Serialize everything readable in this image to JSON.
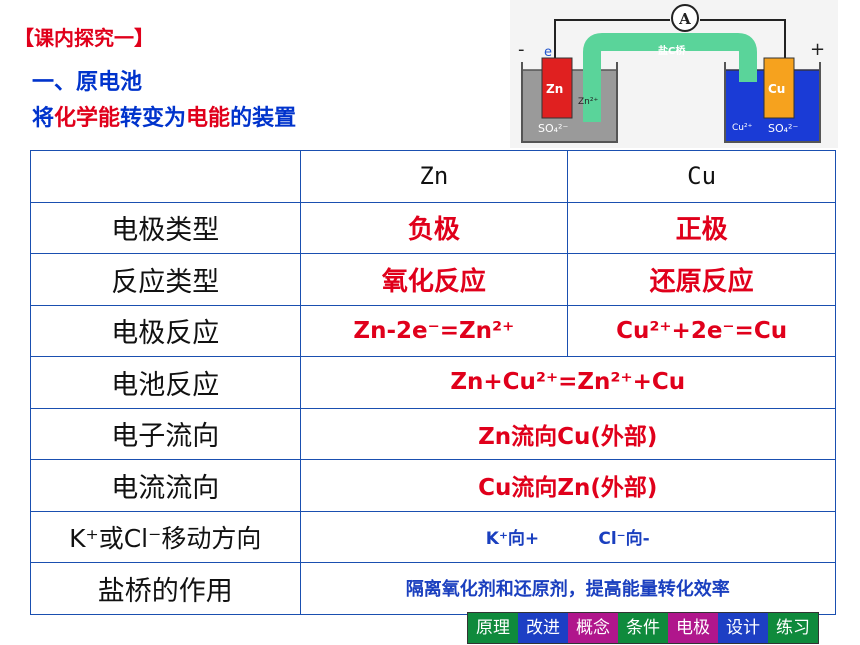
{
  "section_label": "【课内探究一】",
  "heading": "一、原电池",
  "subheading": [
    {
      "text": "将",
      "color": "blue"
    },
    {
      "text": "化学能",
      "color": "red"
    },
    {
      "text": "转变为",
      "color": "blue"
    },
    {
      "text": "电能",
      "color": "red"
    },
    {
      "text": "的装置",
      "color": "blue"
    }
  ],
  "diagram": {
    "ammeter": "A",
    "minus": "-",
    "plus": "+",
    "electron": "e",
    "salt_bridge": "盐C桥",
    "zn": "Zn",
    "zn_ion": "Zn²⁺",
    "cu": "Cu",
    "cu_ion": "Cu²⁺",
    "so4_left": "SO₄²⁻",
    "so4_right": "SO₄²⁻"
  },
  "table": {
    "header": [
      "",
      "Zn",
      "Cu"
    ],
    "rows": {
      "electrode_type": {
        "label": "电极类型",
        "zn": "负极",
        "cu": "正极"
      },
      "reaction_type": {
        "label": "反应类型",
        "zn": "氧化反应",
        "cu": "还原反应"
      },
      "electrode_reaction": {
        "label": "电极反应",
        "zn": "Zn-2e⁻=Zn²⁺",
        "cu": "Cu²⁺+2e⁻=Cu"
      },
      "cell_reaction": {
        "label": "电池反应",
        "value": "Zn+Cu²⁺=Zn²⁺+Cu"
      },
      "electron_flow": {
        "label": "电子流向",
        "value": "Zn流向Cu(外部)"
      },
      "current_flow": {
        "label": "电流流向",
        "value": "Cu流向Zn(外部)"
      },
      "ion_move": {
        "label": "K⁺或Cl⁻移动方向",
        "value": "K⁺向+          Cl⁻向-"
      },
      "salt_bridge": {
        "label": "盐桥的作用",
        "value": "隔离氧化剂和还原剂，提高能量转化效率"
      }
    }
  },
  "nav": [
    {
      "label": "原理",
      "color": "#0f8a3c"
    },
    {
      "label": "改进",
      "color": "#1d3fc4"
    },
    {
      "label": "概念",
      "color": "#b0168c"
    },
    {
      "label": "条件",
      "color": "#0f8a3c"
    },
    {
      "label": "电极",
      "color": "#b0168c"
    },
    {
      "label": "设计",
      "color": "#1d3fc4"
    },
    {
      "label": "练习",
      "color": "#0f8a3c"
    }
  ]
}
